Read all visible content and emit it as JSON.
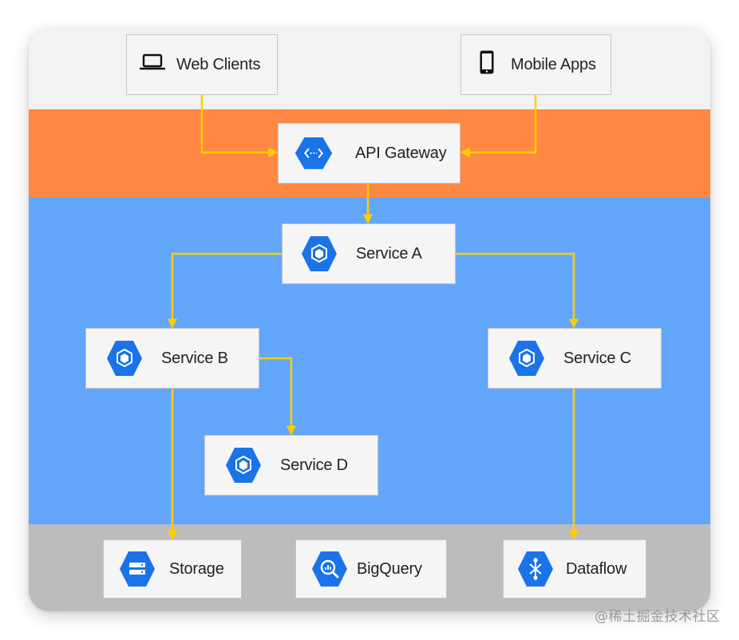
{
  "diagram": {
    "nodes": {
      "web_clients": {
        "label": "Web Clients",
        "icon": "laptop-icon"
      },
      "mobile_apps": {
        "label": "Mobile Apps",
        "icon": "smartphone-icon"
      },
      "api_gateway": {
        "label": "API Gateway",
        "icon": "api-gateway-icon"
      },
      "service_a": {
        "label": "Service A",
        "icon": "kubernetes-engine-icon"
      },
      "service_b": {
        "label": "Service B",
        "icon": "kubernetes-engine-icon"
      },
      "service_c": {
        "label": "Service C",
        "icon": "kubernetes-engine-icon"
      },
      "service_d": {
        "label": "Service D",
        "icon": "kubernetes-engine-icon"
      },
      "storage": {
        "label": "Storage",
        "icon": "storage-icon"
      },
      "bigquery": {
        "label": "BigQuery",
        "icon": "bigquery-icon"
      },
      "dataflow": {
        "label": "Dataflow",
        "icon": "dataflow-icon"
      }
    },
    "edges": [
      {
        "from": "Web Clients",
        "to": "API Gateway"
      },
      {
        "from": "Mobile Apps",
        "to": "API Gateway"
      },
      {
        "from": "API Gateway",
        "to": "Service A"
      },
      {
        "from": "Service A",
        "to": "Service B"
      },
      {
        "from": "Service A",
        "to": "Service C"
      },
      {
        "from": "Service B",
        "to": "Service D"
      },
      {
        "from": "Service B",
        "to": "Storage"
      },
      {
        "from": "Service C",
        "to": "Dataflow"
      }
    ]
  },
  "watermark": "@稀土掘金技术社区",
  "colors": {
    "client_band": "#f2f2f2",
    "gateway_band": "#ff8842",
    "services_band": "#62a6fa",
    "data_band": "#bcbcbc",
    "arrow": "#ffcc00",
    "icon_hex": "#1a73e8"
  }
}
